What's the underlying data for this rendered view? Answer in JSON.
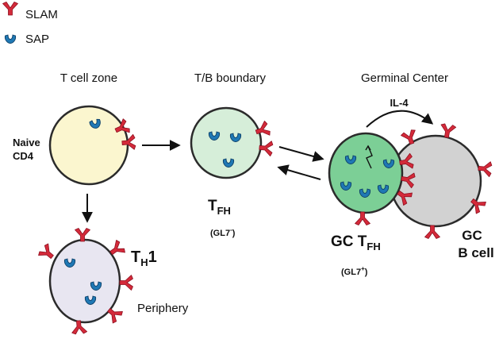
{
  "legend": [
    {
      "label": "SLAM",
      "icon": "slam-receptor-icon"
    },
    {
      "label": "SAP",
      "icon": "sap-adaptor-icon"
    }
  ],
  "zones": {
    "t_cell_zone": "T cell zone",
    "tb_boundary": "T/B boundary",
    "germinal_center": "Germinal Center"
  },
  "cells": {
    "naive": {
      "line1": "Naive",
      "line2": "CD4"
    },
    "th1": {
      "main": "T",
      "sub": "H",
      "suffix": "1",
      "location": "Periphery"
    },
    "tfh": {
      "main": "T",
      "sub": "FH",
      "marker_base": "(GL7",
      "marker_sup": "-",
      "marker_close": ")"
    },
    "gc_tfh": {
      "main": "GC T",
      "sub": "FH",
      "marker_base": "(GL7",
      "marker_sup": "+",
      "marker_close": ")"
    },
    "gc_b": {
      "line1": "GC",
      "line2": "B cell"
    }
  },
  "arrows": {
    "il4": "IL-4"
  },
  "colors": {
    "slam": "#d42a3a",
    "sap": "#1f78b4",
    "naive_fill": "#fbf6cf",
    "th1_fill": "#e8e6f1",
    "tfh_fill": "#d6eed9",
    "gc_tfh_fill": "#7ccf96",
    "gc_b_fill": "#d2d2d2",
    "outline": "#2b2b2b"
  }
}
